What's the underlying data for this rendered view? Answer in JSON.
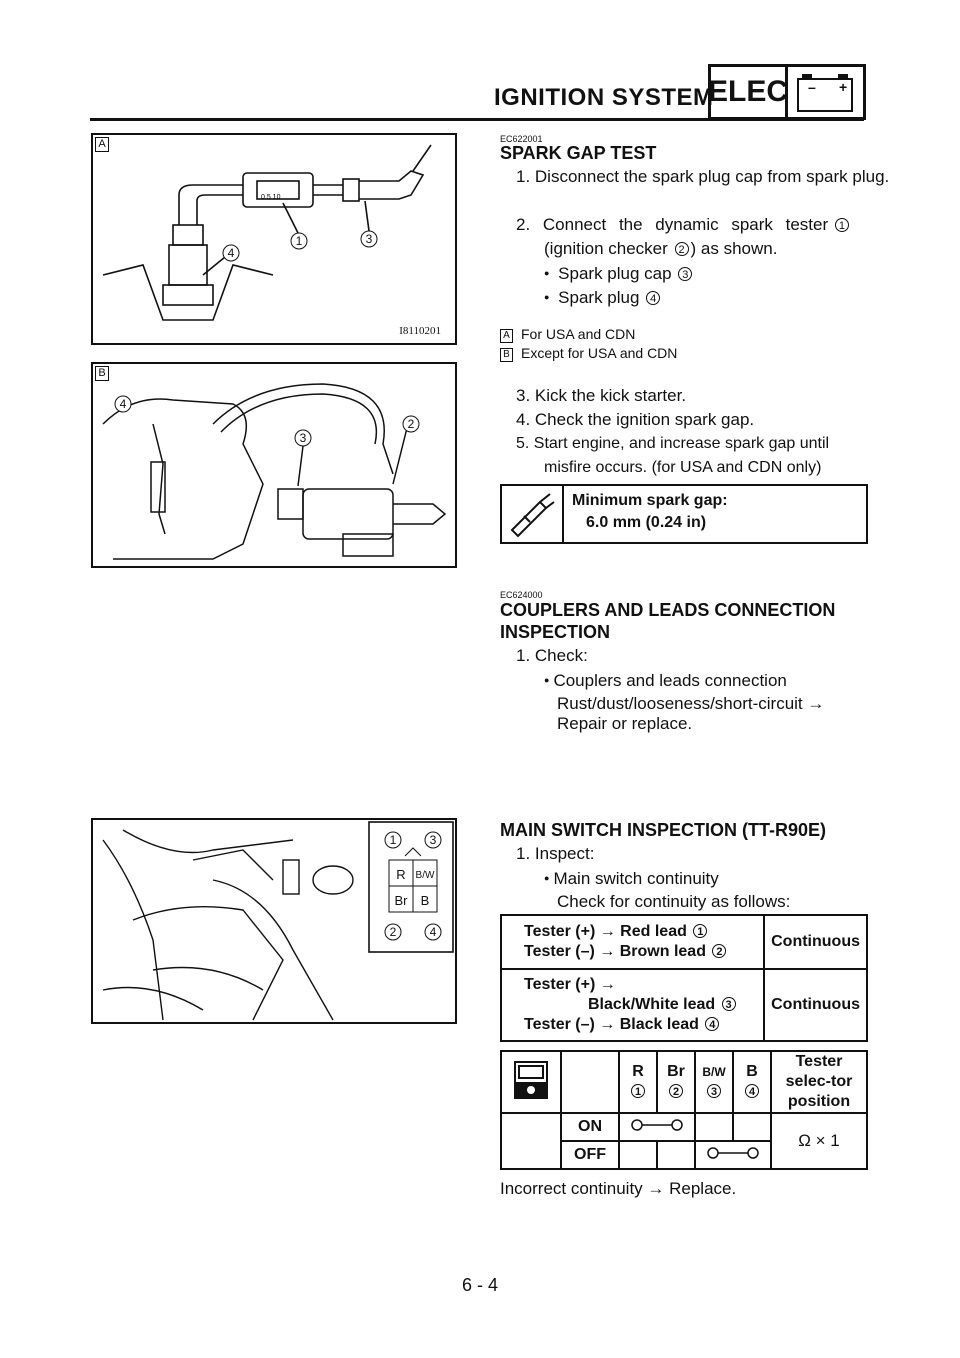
{
  "header": {
    "title": "IGNITION SYSTEM",
    "badge": "ELEC",
    "battery_minus": "–",
    "battery_plus": "+"
  },
  "figures": {
    "fig_a": {
      "tag": "A",
      "code": "I8110201",
      "callouts": [
        "1",
        "3",
        "4"
      ],
      "meter": "0  5  10"
    },
    "fig_b": {
      "tag": "B",
      "callouts": [
        "4",
        "3",
        "2"
      ]
    },
    "fig_c": {
      "callouts": [
        "1",
        "3",
        "2",
        "4"
      ],
      "pins": [
        "R",
        "B/W",
        "Br",
        "B"
      ]
    }
  },
  "spark": {
    "code": "EC622001",
    "title": "SPARK GAP TEST",
    "step1": "1.  Disconnect the spark plug cap from spark plug.",
    "step2a": "2.  Connect the dynamic spark tester",
    "step2_n1": "1",
    "step2b": "(ignition checker",
    "step2_n2": "2",
    "step2c": ") as shown.",
    "b1": "Spark plug cap",
    "b1_n": "3",
    "b2": "Spark plug",
    "b2_n": "4",
    "note_a_tag": "A",
    "note_a": "For USA and CDN",
    "note_b_tag": "B",
    "note_b": "Except for USA and CDN",
    "step3": "3.  Kick the kick starter.",
    "step4": "4.  Check the ignition spark gap.",
    "step5": "5.  Start engine, and increase spark gap until misfire occurs. (for USA and CDN only)",
    "spec_label": "Minimum spark gap:",
    "spec_value": "6.0 mm (0.24 in)"
  },
  "couplers": {
    "code": "EC624000",
    "title1": "COUPLERS AND LEADS CONNECTION",
    "title2": "INSPECTION",
    "step1": "1.  Check:",
    "b1": "Couplers and leads connection",
    "line1": "Rust/dust/looseness/short-circuit →",
    "line2": "Repair or replace."
  },
  "main_switch": {
    "title": "MAIN SWITCH INSPECTION (TT-R90E)",
    "step1": "1.  Inspect:",
    "b1": "Main switch continuity",
    "line1": "Check for continuity as follows:",
    "rows": [
      {
        "l1": "Tester (+) → Red lead",
        "l1_n": "1",
        "l2": "Tester (–) → Brown lead",
        "l2_n": "2",
        "result": "Continuous"
      },
      {
        "l1": "Tester (+) →",
        "l1b": "Black/White lead",
        "l1b_n": "3",
        "l2": "Tester (–) → Black lead",
        "l2_n": "4",
        "result": "Continuous"
      }
    ],
    "grid": {
      "cols": [
        {
          "label": "R",
          "n": "1"
        },
        {
          "label": "Br",
          "n": "2"
        },
        {
          "label": "B/W",
          "n": "3"
        },
        {
          "label": "B",
          "n": "4"
        }
      ],
      "selector_header": "Tester selec-tor position",
      "rows": [
        "ON",
        "OFF"
      ],
      "selector_value": "Ω × 1"
    },
    "result": "Incorrect continuity → Replace."
  },
  "footer": {
    "page": "6 - 4"
  }
}
